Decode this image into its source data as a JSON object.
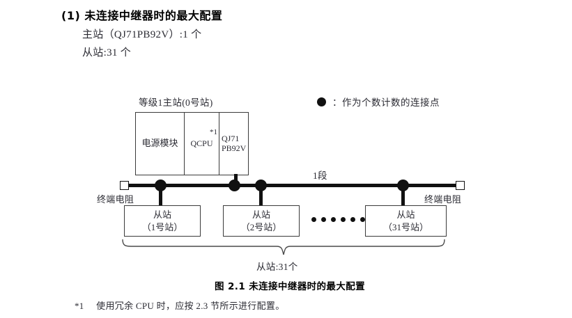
{
  "heading": {
    "number": "(1)",
    "title": "(1) 未连接中继器时的最大配置"
  },
  "spec": {
    "master_line": "主站（QJ71PB92V）:1 个",
    "slave_line": "从站:31 个"
  },
  "legend": {
    "marker_icon": "filled-circle-icon",
    "text": "：作为个数计数的连接点"
  },
  "diagram": {
    "master": {
      "caption": "等级1主站(0号站)",
      "cells": [
        {
          "label": "电源模块"
        },
        {
          "label": "QCPU",
          "note": "*1"
        },
        {
          "line1": "QJ71",
          "line2": "PB92V"
        }
      ]
    },
    "bus": {
      "segment_label": "1段",
      "terminator_left_label": "终端电阻",
      "terminator_right_label": "终端电阻",
      "terminator_icon": "square-resistor-icon",
      "node_icon": "filled-circle-icon"
    },
    "slaves": [
      {
        "title": "从站",
        "station": "（1号站）"
      },
      {
        "title": "从站",
        "station": "（2号站）"
      },
      {
        "title": "从站",
        "station": "（31号站）"
      }
    ],
    "ellipsis_dot_count": 6,
    "brace_label": "从站:31个"
  },
  "figure": {
    "caption": "图 2.1  未连接中继器时的最大配置"
  },
  "footnote": {
    "mark": "*1",
    "text": "使用冗余 CPU 时，应按 2.3 节所示进行配置。"
  },
  "colors": {
    "ink": "#1a1a1a",
    "body_text": "#2b2b33",
    "line": "#111111",
    "box_border": "#3a3a3a",
    "background": "#ffffff"
  }
}
